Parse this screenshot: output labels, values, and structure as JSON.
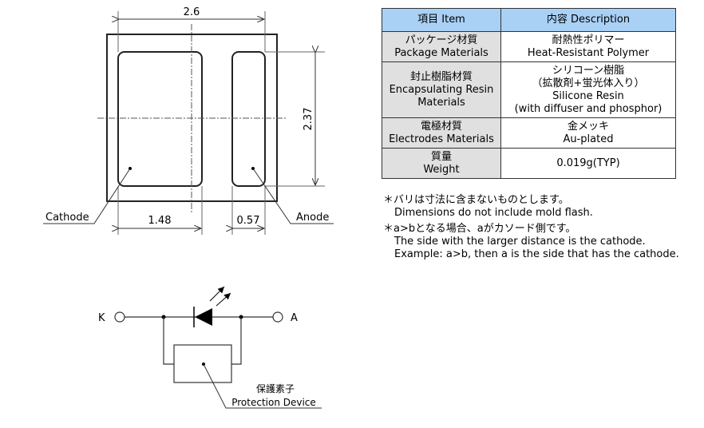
{
  "package_drawing": {
    "dimensions": {
      "total_width": "2.6",
      "pad_height": "2.37",
      "cathode_pad_width": "1.48",
      "anode_pad_width": "0.57"
    },
    "labels": {
      "cathode": "Cathode",
      "anode": "Anode"
    }
  },
  "spec_table": {
    "headers": [
      "項目 Item",
      "内容 Description"
    ],
    "rows": [
      {
        "item": [
          "パッケージ材質",
          "Package Materials"
        ],
        "description": [
          "耐熱性ポリマー",
          "Heat-Resistant Polymer"
        ]
      },
      {
        "item": [
          "封止樹脂材質",
          "Encapsulating Resin",
          "Materials"
        ],
        "description": [
          "シリコーン樹脂",
          "（拡散剤+蛍光体入り）",
          "Silicone Resin",
          "(with diffuser and phosphor)"
        ]
      },
      {
        "item": [
          "電極材質",
          "Electrodes Materials"
        ],
        "description": [
          "金メッキ",
          "Au-plated"
        ]
      },
      {
        "item": [
          "質量",
          "Weight"
        ],
        "description": [
          "0.019g(TYP)"
        ]
      }
    ]
  },
  "notes": [
    {
      "bullet": "＊",
      "lines": [
        "バリは寸法に含まないものとします。",
        "Dimensions do not include mold flash."
      ]
    },
    {
      "bullet": "＊",
      "lines": [
        "a>bとなる場合、aがカソード側です。",
        "The side with the larger distance is the cathode.",
        "Example: a>b, then a is the side that has the cathode."
      ]
    }
  ],
  "circuit": {
    "terminal_k": "K",
    "terminal_a": "A",
    "protection_label_jp": "保護素子",
    "protection_label_en": "Protection Device"
  }
}
